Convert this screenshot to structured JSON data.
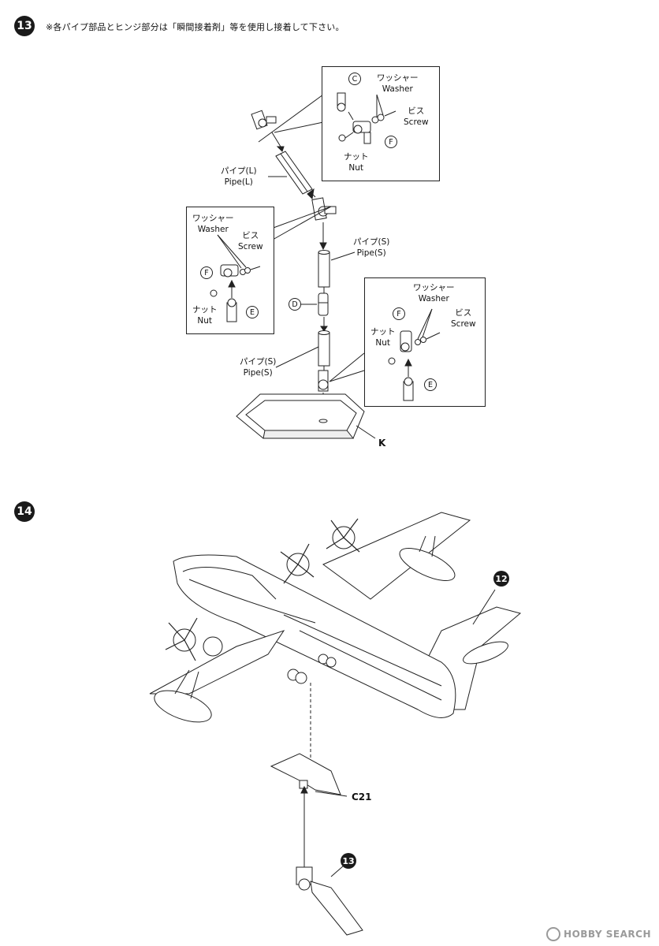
{
  "step13": {
    "number": "13",
    "note": "※各パイプ部品とヒンジ部分は「瞬間接着剤」等を使用し接着して下さい。",
    "pipe_l": {
      "jp": "パイプ(L)",
      "en": "Pipe(L)"
    },
    "pipe_s_upper": {
      "jp": "パイプ(S)",
      "en": "Pipe(S)"
    },
    "pipe_s_lower": {
      "jp": "パイプ(S)",
      "en": "Pipe(S)"
    },
    "part_d": "D",
    "base_label": "K",
    "detail_top": {
      "part_c": "C",
      "part_f": "F",
      "washer_jp": "ワッシャー",
      "washer_en": "Washer",
      "screw_jp": "ビス",
      "screw_en": "Screw",
      "nut_jp": "ナット",
      "nut_en": "Nut"
    },
    "detail_left": {
      "part_f": "F",
      "part_e": "E",
      "washer_jp": "ワッシャー",
      "washer_en": "Washer",
      "screw_jp": "ビス",
      "screw_en": "Screw",
      "nut_jp": "ナット",
      "nut_en": "Nut"
    },
    "detail_right": {
      "part_f": "F",
      "part_e": "E",
      "washer_jp": "ワッシャー",
      "washer_en": "Washer",
      "screw_jp": "ビス",
      "screw_en": "Screw",
      "nut_jp": "ナット",
      "nut_en": "Nut"
    }
  },
  "step14": {
    "number": "14",
    "ref_plane": "12",
    "part_c21": "C21",
    "ref_stand": "13"
  },
  "watermark": {
    "text": "HOBBY SEARCH"
  }
}
